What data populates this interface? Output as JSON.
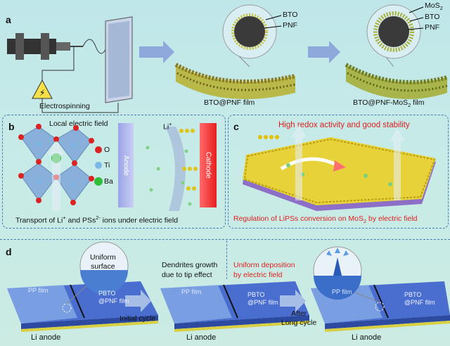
{
  "panel_a": {
    "label": "a",
    "electrospinning": "Electrospinning",
    "film1": "BTO@PNF film",
    "film2_pre": "BTO@PNF-MoS",
    "film2_sub": "2",
    "film2_post": " film",
    "legend1": [
      "BTO",
      "PNF"
    ],
    "legend2_mos": "MoS",
    "legend2_sub": "2",
    "legend2": [
      "BTO",
      "PNF"
    ]
  },
  "panel_b": {
    "label": "b",
    "local_field": "Local electric field",
    "li_plus": "Li",
    "li_sup": "+",
    "elements": [
      "O",
      "Ti",
      "Ba"
    ],
    "anode": "Anode",
    "cathode": "Cathode",
    "caption_pre": "Transport of Li",
    "caption_sup1": "+",
    "caption_mid": " and PSs",
    "caption_sup2": "2-",
    "caption_post": " ions under electric field"
  },
  "panel_c": {
    "label": "c",
    "title": "High redox activity and good stability",
    "caption_pre": "Regulation of LiPSs conversion on MoS",
    "caption_sub": "2",
    "caption_post": " by electric field"
  },
  "panel_d": {
    "label": "d",
    "uniform_surface": [
      "Uniform",
      "surface"
    ],
    "pp_film": "PP film",
    "pbto": [
      "PBTO",
      "@PNF film"
    ],
    "li_anode": "Li anode",
    "dendrites": [
      "Dendrites growth",
      "due to tip effect"
    ],
    "uniform_dep": [
      "Uniform deposition",
      "by electric field"
    ],
    "initial_cycle": "Initial cycle",
    "after_long": [
      "After",
      "Long cycle"
    ]
  },
  "colors": {
    "panel_border": "#4a78b8",
    "red_text": "#e02020",
    "arrow": "#8fa8dc"
  }
}
